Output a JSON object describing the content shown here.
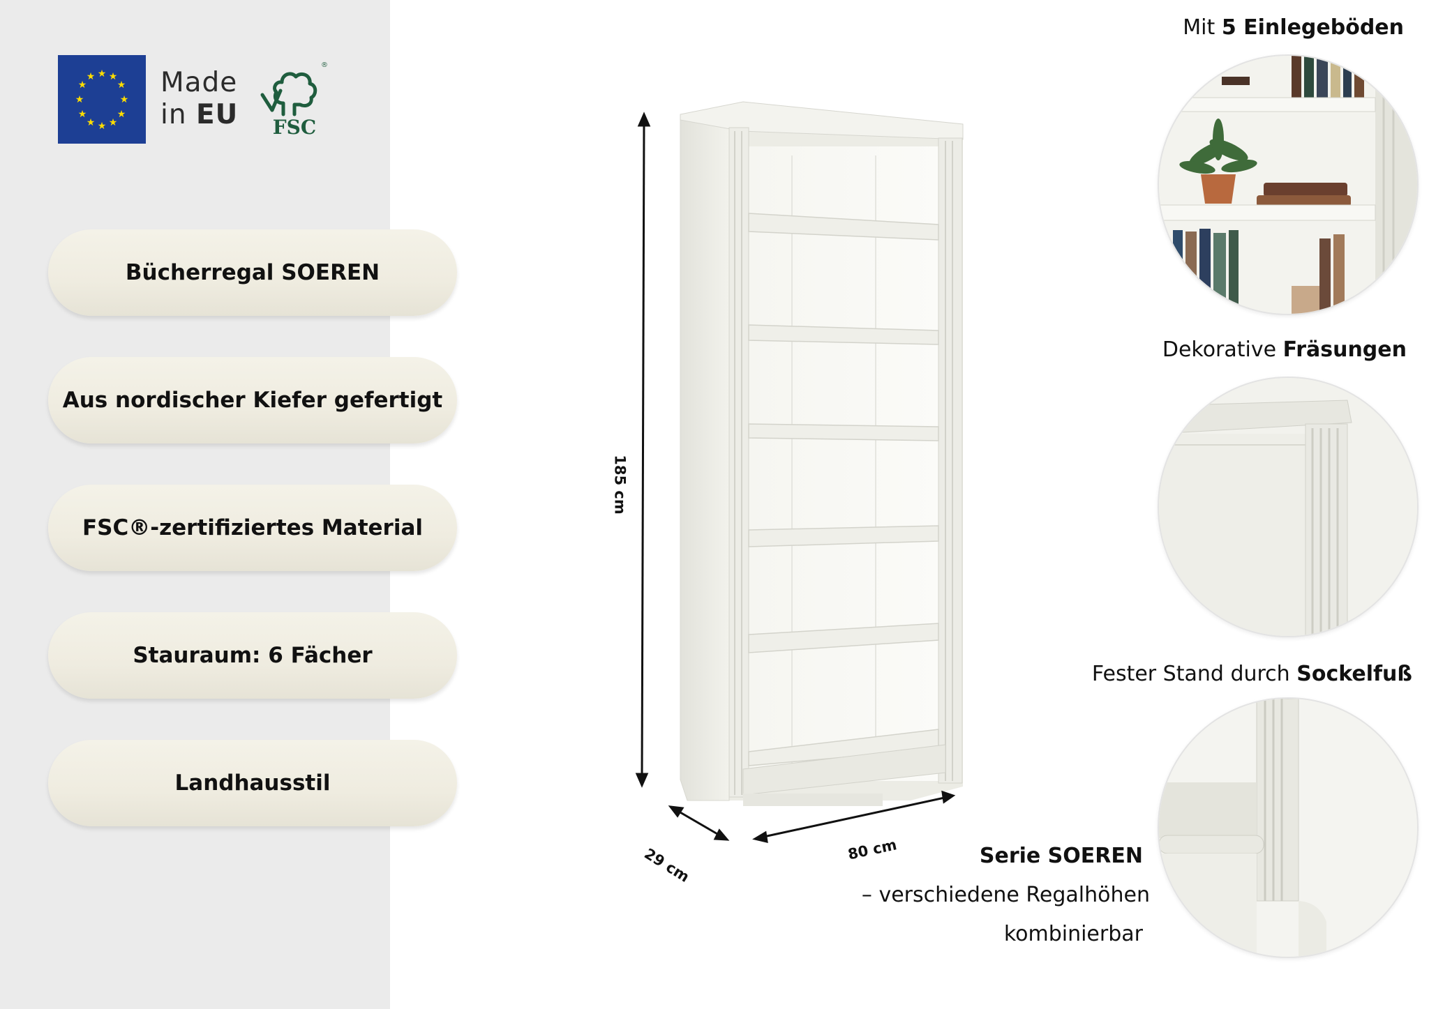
{
  "badges": {
    "made_line1": "Made",
    "made_line2_prefix": "in ",
    "made_line2_bold": "EU",
    "fsc_text": "FSC",
    "fsc_registered": "®"
  },
  "features": [
    "Bücherregal SOEREN",
    "Aus nordischer Kiefer gefertigt",
    "FSC®-zertifiziertes Material",
    "Stauraum: 6 Fächer",
    "Landhausstil"
  ],
  "dimensions": {
    "height": "185 cm",
    "width": "80 cm",
    "depth": "29 cm"
  },
  "details": [
    {
      "prefix": "Mit ",
      "bold": "5 Einlegeböden"
    },
    {
      "prefix": "Dekorative ",
      "bold": "Fräsungen"
    },
    {
      "prefix": "Fester Stand durch ",
      "bold": "Sockelfuß"
    }
  ],
  "series": {
    "title": "Serie SOEREN",
    "line2": "– verschiedene Regalhöhen",
    "line3": "kombinierbar"
  },
  "colors": {
    "eu_blue": "#1d3f94",
    "eu_star": "#ffdd00",
    "fsc_green": "#1f5d3e",
    "shelf_white": "#eeeee7",
    "panel_grey": "#ebebeb"
  }
}
